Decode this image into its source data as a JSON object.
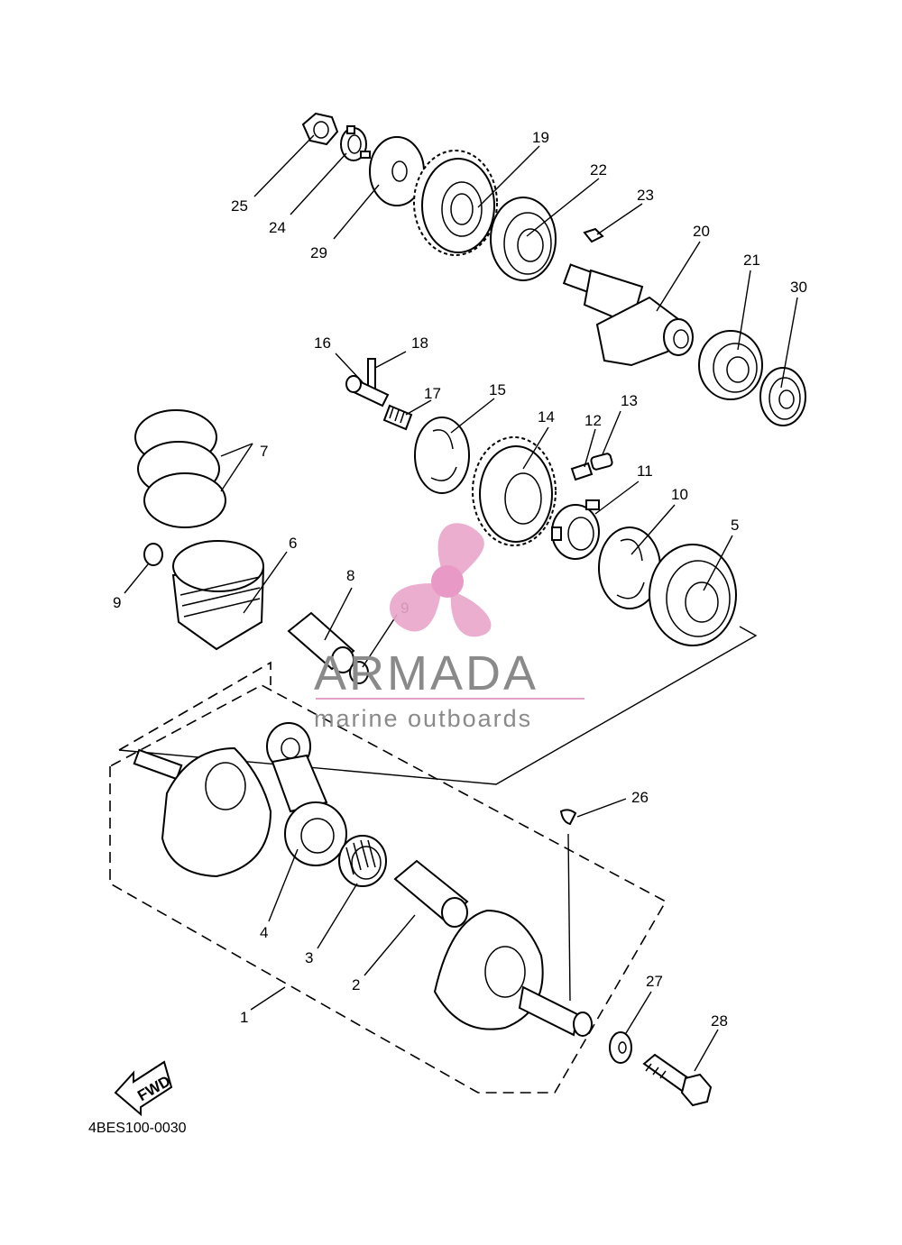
{
  "diagram": {
    "drawing_code": "4BES100-0030",
    "fwd_label": "FWD",
    "parts": [
      {
        "ref": "1"
      },
      {
        "ref": "2"
      },
      {
        "ref": "3"
      },
      {
        "ref": "4"
      },
      {
        "ref": "5"
      },
      {
        "ref": "6"
      },
      {
        "ref": "7"
      },
      {
        "ref": "8"
      },
      {
        "ref": "9"
      },
      {
        "ref": "9"
      },
      {
        "ref": "10"
      },
      {
        "ref": "11"
      },
      {
        "ref": "12"
      },
      {
        "ref": "13"
      },
      {
        "ref": "14"
      },
      {
        "ref": "15"
      },
      {
        "ref": "16"
      },
      {
        "ref": "17"
      },
      {
        "ref": "18"
      },
      {
        "ref": "19"
      },
      {
        "ref": "20"
      },
      {
        "ref": "21"
      },
      {
        "ref": "22"
      },
      {
        "ref": "23"
      },
      {
        "ref": "24"
      },
      {
        "ref": "25"
      },
      {
        "ref": "26"
      },
      {
        "ref": "27"
      },
      {
        "ref": "28"
      },
      {
        "ref": "29"
      },
      {
        "ref": "30"
      }
    ]
  },
  "watermark": {
    "brand": "ARMADA",
    "tagline": "marine outboards",
    "logo_icon": "propeller-icon",
    "colors": {
      "logo_pink": "#e9a6c9",
      "logo_center": "#e68fbf",
      "text_gray": "#8a8a8a",
      "underline_pink": "#e4a3c6"
    }
  }
}
